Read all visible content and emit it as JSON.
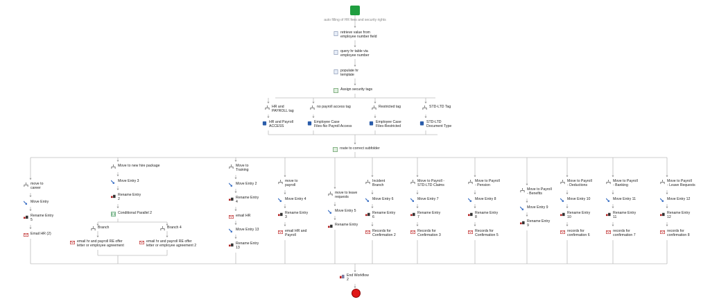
{
  "start": {
    "label": "auto filling of HR fees and security rights",
    "icon": "start-icon"
  },
  "top_chain": [
    {
      "id": "retrieve",
      "label": "retrieve value from\nemployee number field",
      "icon": "retrieve-icon"
    },
    {
      "id": "query",
      "label": "query hr table via\nemployee number",
      "icon": "query-icon"
    },
    {
      "id": "populate",
      "label": "populate hr\ntemplate",
      "icon": "template-icon"
    },
    {
      "id": "assign",
      "label": "Assign security tags",
      "icon": "tag-icon"
    }
  ],
  "tags": [
    {
      "branch": "HR and\nPAYROLL tag",
      "action": "HR and Payroll\nACCESS"
    },
    {
      "branch": "no payroll access tag",
      "action": "Employee Case\nFiles-No Payroll Access"
    },
    {
      "branch": "Restricted tag",
      "action": "Employee Case\nFiles-Restricted"
    },
    {
      "branch": "STD-LTD Tag",
      "action": "STD-LTD\nDocument Type"
    }
  ],
  "route": {
    "label": "route to correct subfolder"
  },
  "columns": [
    {
      "branch": "move to\ncareer",
      "steps": [
        "Move Entry",
        "Rename Entry\n5",
        "Email HR (2)"
      ]
    },
    {
      "branch": "Move to new hire package",
      "steps": [
        "Move Entry 3",
        "Rename Entry\n2",
        "Conditional Parallel 2"
      ]
    },
    {
      "branch": "Move to\nTraining",
      "steps": [
        "Move Entry 2",
        "Rename Entry\n4",
        "email HR",
        "Move Entry 13",
        "Rename Entry\n13"
      ]
    },
    {
      "branch": "move to\npayroll",
      "steps": [
        "Move Entry 4",
        "Rename Entry\n3",
        "email HR and\nPayroll"
      ]
    },
    {
      "branch": "move to leave\nrequests",
      "steps": [
        "Move Entry 5",
        "Rename Entry"
      ]
    },
    {
      "branch": "Incident\nBranch",
      "steps": [
        "Move Entry 6",
        "Rename Entry\n6",
        "Records for\nConfirmation 2"
      ]
    },
    {
      "branch": "Move to Payroll -\nSTD-LTD Claims",
      "steps": [
        "Move Entry 7",
        "Rename Entry\n7",
        "Records for\nConfirmation 3"
      ]
    },
    {
      "branch": "Move to Payroll\n- Pension",
      "steps": [
        "Move Entry 8",
        "Rename Entry\n8",
        "Records for\nConfirmation 5"
      ]
    },
    {
      "branch": "Move to Payroll\n- Benefits",
      "steps": [
        "Move Entry 9",
        "Rename Entry\n9"
      ]
    },
    {
      "branch": "Move to Payroll\n- Deductions",
      "steps": [
        "Move Entry 10",
        "Rename Entry\n10",
        "records for\nconfirmation 6"
      ]
    },
    {
      "branch": "Move to Payroll\n- Banking",
      "steps": [
        "Move Entry 11",
        "Rename Entry\n11",
        "records for\nconfirmation 7"
      ]
    },
    {
      "branch": "Move to Payroll\n- Leave Requests",
      "steps": [
        "Move Entry 12",
        "Rename Entry\n12",
        "records for\nconfirmation 8"
      ]
    }
  ],
  "parallel": [
    {
      "branch": "Branch",
      "action": "email hr and payroll RE offer\nletter or employee agreement"
    },
    {
      "branch": "Branch 4",
      "action": "email hr and payroll RE offer\nletter or employee agreement 2"
    }
  ],
  "end": {
    "label": "End Workflow\n2"
  },
  "colors": {
    "line": "#bbbbbb",
    "start": "#1f9e3f",
    "end": "#e01818",
    "accent": "#2a5caa"
  }
}
